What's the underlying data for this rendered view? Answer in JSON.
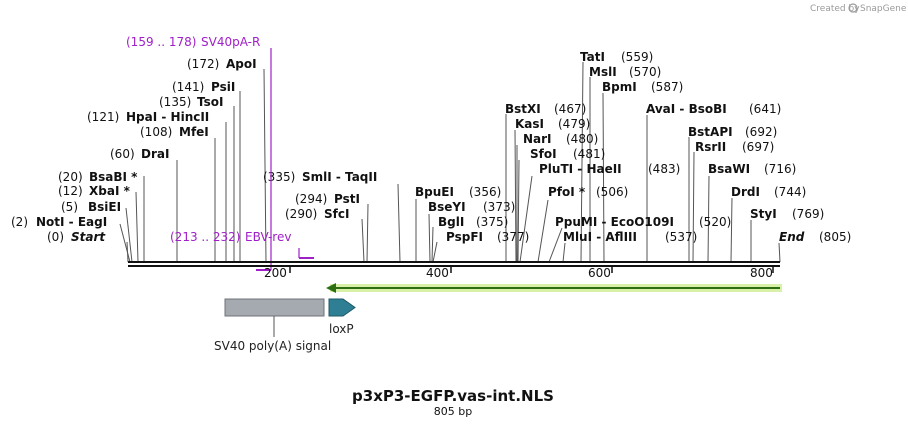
{
  "credit": {
    "prefix": "Created by",
    "brand": "SnapGene"
  },
  "title": "p3xP3-EGFP.vas-int.NLS",
  "subtitle": "805 bp",
  "ticks": [
    {
      "label": "200",
      "bp": 200
    },
    {
      "label": "400",
      "bp": 400
    },
    {
      "label": "600",
      "bp": 600
    },
    {
      "label": "800",
      "bp": 800
    }
  ],
  "sites": [
    {
      "pos": "(0)",
      "name": "Start",
      "bp": 0
    },
    {
      "pos": "(2)",
      "name": "NotI - EagI",
      "bp": 2
    },
    {
      "pos": "(5)",
      "name": "BsiEI",
      "bp": 5
    },
    {
      "pos": "(12)",
      "name": "XbaI *",
      "bp": 12
    },
    {
      "pos": "(20)",
      "name": "BsaBI *",
      "bp": 20
    },
    {
      "pos": "(60)",
      "name": "DraI",
      "bp": 60
    },
    {
      "pos": "(108)",
      "name": "MfeI",
      "bp": 108
    },
    {
      "pos": "(121)",
      "name": "HpaI - HincII",
      "bp": 121
    },
    {
      "pos": "(135)",
      "name": "TsoI",
      "bp": 135
    },
    {
      "pos": "(141)",
      "name": "PsiI",
      "bp": 141
    },
    {
      "pos": "(172)",
      "name": "ApoI",
      "bp": 172
    },
    {
      "pos": "(290)",
      "name": "SfcI",
      "bp": 290
    },
    {
      "pos": "(294)",
      "name": "PstI",
      "bp": 294
    },
    {
      "pos": "(335)",
      "name": "SmlI - TaqII",
      "bp": 335
    },
    {
      "pos": "(356)",
      "name": "BpuEI",
      "bp": 356
    },
    {
      "pos": "(373)",
      "name": "BseYI",
      "bp": 373
    },
    {
      "pos": "(375)",
      "name": "BglI",
      "bp": 375
    },
    {
      "pos": "(377)",
      "name": "PspFI",
      "bp": 377
    },
    {
      "pos": "(467)",
      "name": "BstXI",
      "bp": 467
    },
    {
      "pos": "(479)",
      "name": "KasI",
      "bp": 479
    },
    {
      "pos": "(480)",
      "name": "NarI",
      "bp": 480
    },
    {
      "pos": "(481)",
      "name": "SfoI",
      "bp": 481
    },
    {
      "pos": "(483)",
      "name": "PluTI - HaeII",
      "bp": 483
    },
    {
      "pos": "(506)",
      "name": "PfoI *",
      "bp": 506
    },
    {
      "pos": "(520)",
      "name": "PpuMI - EcoO109I",
      "bp": 520
    },
    {
      "pos": "(537)",
      "name": "MluI - AflIII",
      "bp": 537
    },
    {
      "pos": "(559)",
      "name": "TatI",
      "bp": 559
    },
    {
      "pos": "(570)",
      "name": "MslI",
      "bp": 570
    },
    {
      "pos": "(587)",
      "name": "BpmI",
      "bp": 587
    },
    {
      "pos": "(641)",
      "name": "AvaI - BsoBI",
      "bp": 641
    },
    {
      "pos": "(692)",
      "name": "BstAPI",
      "bp": 692
    },
    {
      "pos": "(697)",
      "name": "RsrII",
      "bp": 697
    },
    {
      "pos": "(716)",
      "name": "BsaWI",
      "bp": 716
    },
    {
      "pos": "(744)",
      "name": "DrdI",
      "bp": 744
    },
    {
      "pos": "(769)",
      "name": "StyI",
      "bp": 769
    },
    {
      "pos": "(805)",
      "name": "End",
      "bp": 805
    }
  ],
  "primers": [
    {
      "range": "(159 .. 178)",
      "name": "SV40pA-R",
      "start": 159,
      "end": 178,
      "direction": "reverse"
    },
    {
      "range": "(213 .. 232)",
      "name": "EBV-rev",
      "start": 213,
      "end": 232,
      "direction": "reverse"
    }
  ],
  "features": [
    {
      "name": "SV40 poly(A) signal",
      "type": "polyA_signal",
      "color": "#a5aab0"
    },
    {
      "name": "loxP",
      "type": "protein_bind",
      "color": "#2f7f94"
    }
  ],
  "colors": {
    "backbone": "#111111",
    "primer": "#a020c8",
    "orf_arrow": "#2e6e12",
    "orf_glow": "#d8f0a8"
  }
}
